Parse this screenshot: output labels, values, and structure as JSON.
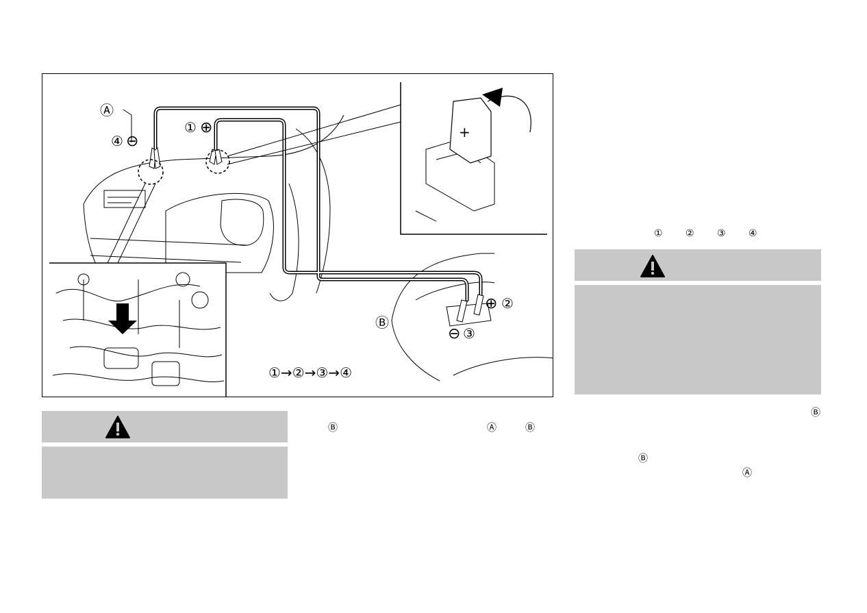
{
  "figure": {
    "label_a": "Ⓐ",
    "label_b": "Ⓑ",
    "step1": "①",
    "step2": "②",
    "step3": "③",
    "step4": "④",
    "plus": "⊕",
    "minus": "⊖",
    "sequence": "①→②→③→④",
    "cover_plus": "+"
  },
  "steps_line": {
    "s1": "①",
    "s2": "②",
    "s3": "③",
    "s4": "④"
  },
  "caution_left": {
    "icon": "warning-triangle-icon"
  },
  "caution_right": {
    "icon": "warning-triangle-icon"
  },
  "text_marks": {
    "mid_b1": "Ⓑ",
    "mid_a": "Ⓐ",
    "mid_b2": "Ⓑ",
    "right_b1": "Ⓑ",
    "right_b2": "Ⓑ",
    "right_a": "Ⓐ"
  }
}
